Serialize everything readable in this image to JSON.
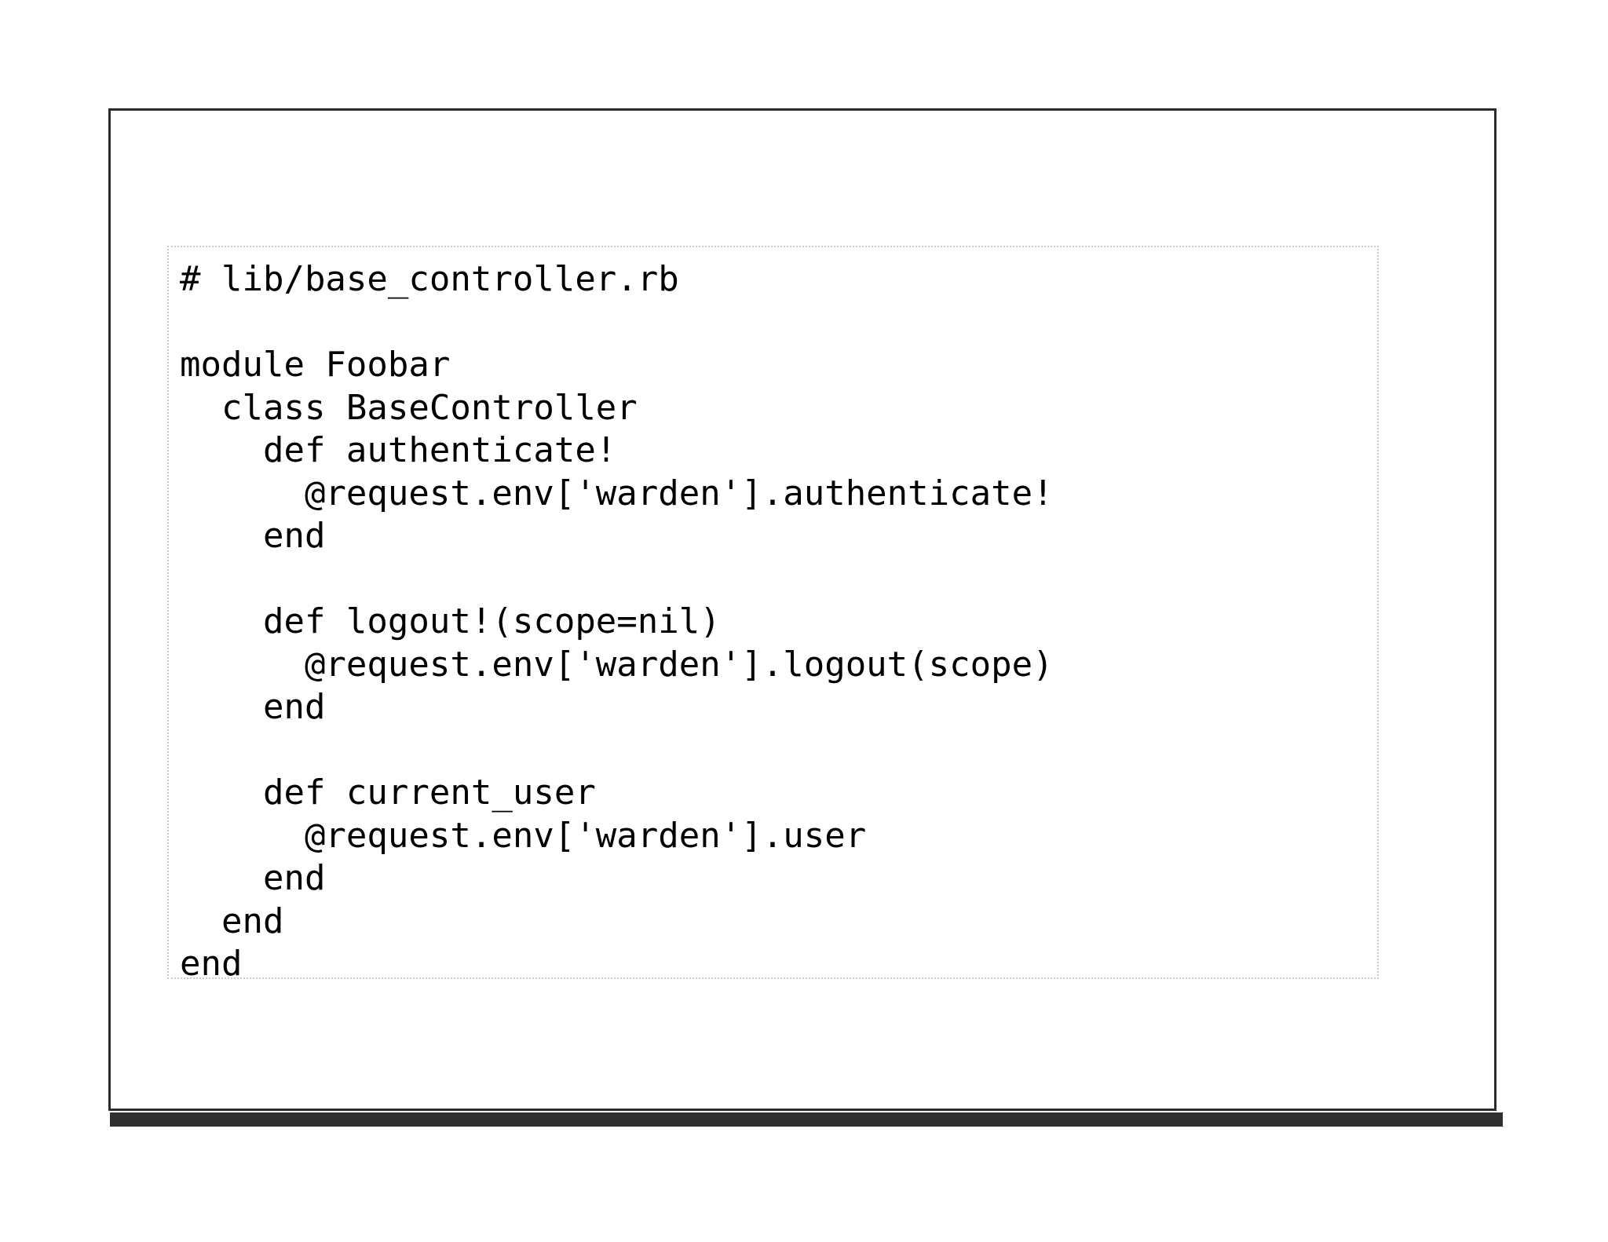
{
  "slide": {
    "background_color": "#ffffff",
    "sheet_color": "#ffffff",
    "border_color": "#2b2b2b",
    "shadow_color": "#2f2f2f"
  },
  "code_block": {
    "language": "ruby",
    "border_style": "dotted",
    "border_color": "#c9c9c9",
    "text_color": "#000000",
    "filename_comment": "# lib/base_controller.rb",
    "lines": [
      "# lib/base_controller.rb",
      "",
      "module Foobar",
      "  class BaseController",
      "    def authenticate!",
      "      @request.env['warden'].authenticate!",
      "    end",
      "",
      "    def logout!(scope=nil)",
      "      @request.env['warden'].logout(scope)",
      "    end",
      "",
      "    def current_user",
      "      @request.env['warden'].user",
      "    end",
      "  end",
      "end"
    ]
  }
}
